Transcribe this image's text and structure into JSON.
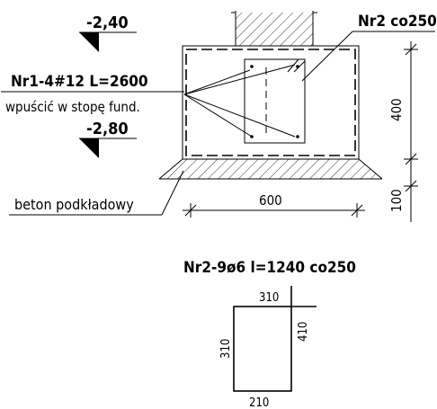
{
  "levels": {
    "top": "-2,40",
    "bottom": "-2,80"
  },
  "labels": {
    "stirrup_ref": "Nr2 co250",
    "main_bars": "Nr1-4#12 L=2600",
    "main_bars_note": "wpuścić w stopę fund.",
    "lean_concrete": "beton podkładowy"
  },
  "dimensions": {
    "width": "600",
    "height": "400",
    "subbase": "100"
  },
  "stirrup_detail": {
    "title": "Nr2-9ø6 l=1240 co250",
    "top_leg": "310",
    "left_side": "310",
    "right_side": "410",
    "bottom_side": "210"
  }
}
